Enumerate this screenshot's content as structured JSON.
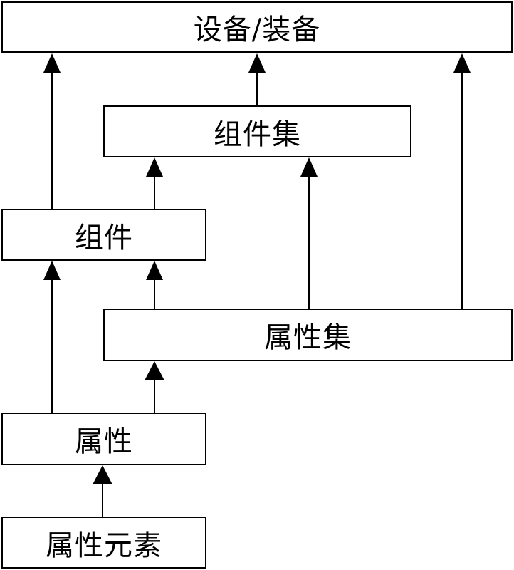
{
  "diagram": {
    "nodes": [
      {
        "id": "equipment",
        "label": "设备/装备"
      },
      {
        "id": "component_set",
        "label": "组件集"
      },
      {
        "id": "component",
        "label": "组件"
      },
      {
        "id": "attribute_set",
        "label": "属性集"
      },
      {
        "id": "attribute",
        "label": "属性"
      },
      {
        "id": "attribute_element",
        "label": "属性元素"
      }
    ],
    "edges": [
      {
        "from": "component",
        "to": "equipment"
      },
      {
        "from": "component_set",
        "to": "equipment"
      },
      {
        "from": "attribute_set",
        "to": "equipment"
      },
      {
        "from": "component",
        "to": "component_set"
      },
      {
        "from": "attribute_set",
        "to": "component_set"
      },
      {
        "from": "attribute",
        "to": "component"
      },
      {
        "from": "attribute_set",
        "to": "component"
      },
      {
        "from": "attribute",
        "to": "attribute_set"
      },
      {
        "from": "attribute_element",
        "to": "attribute"
      }
    ]
  }
}
